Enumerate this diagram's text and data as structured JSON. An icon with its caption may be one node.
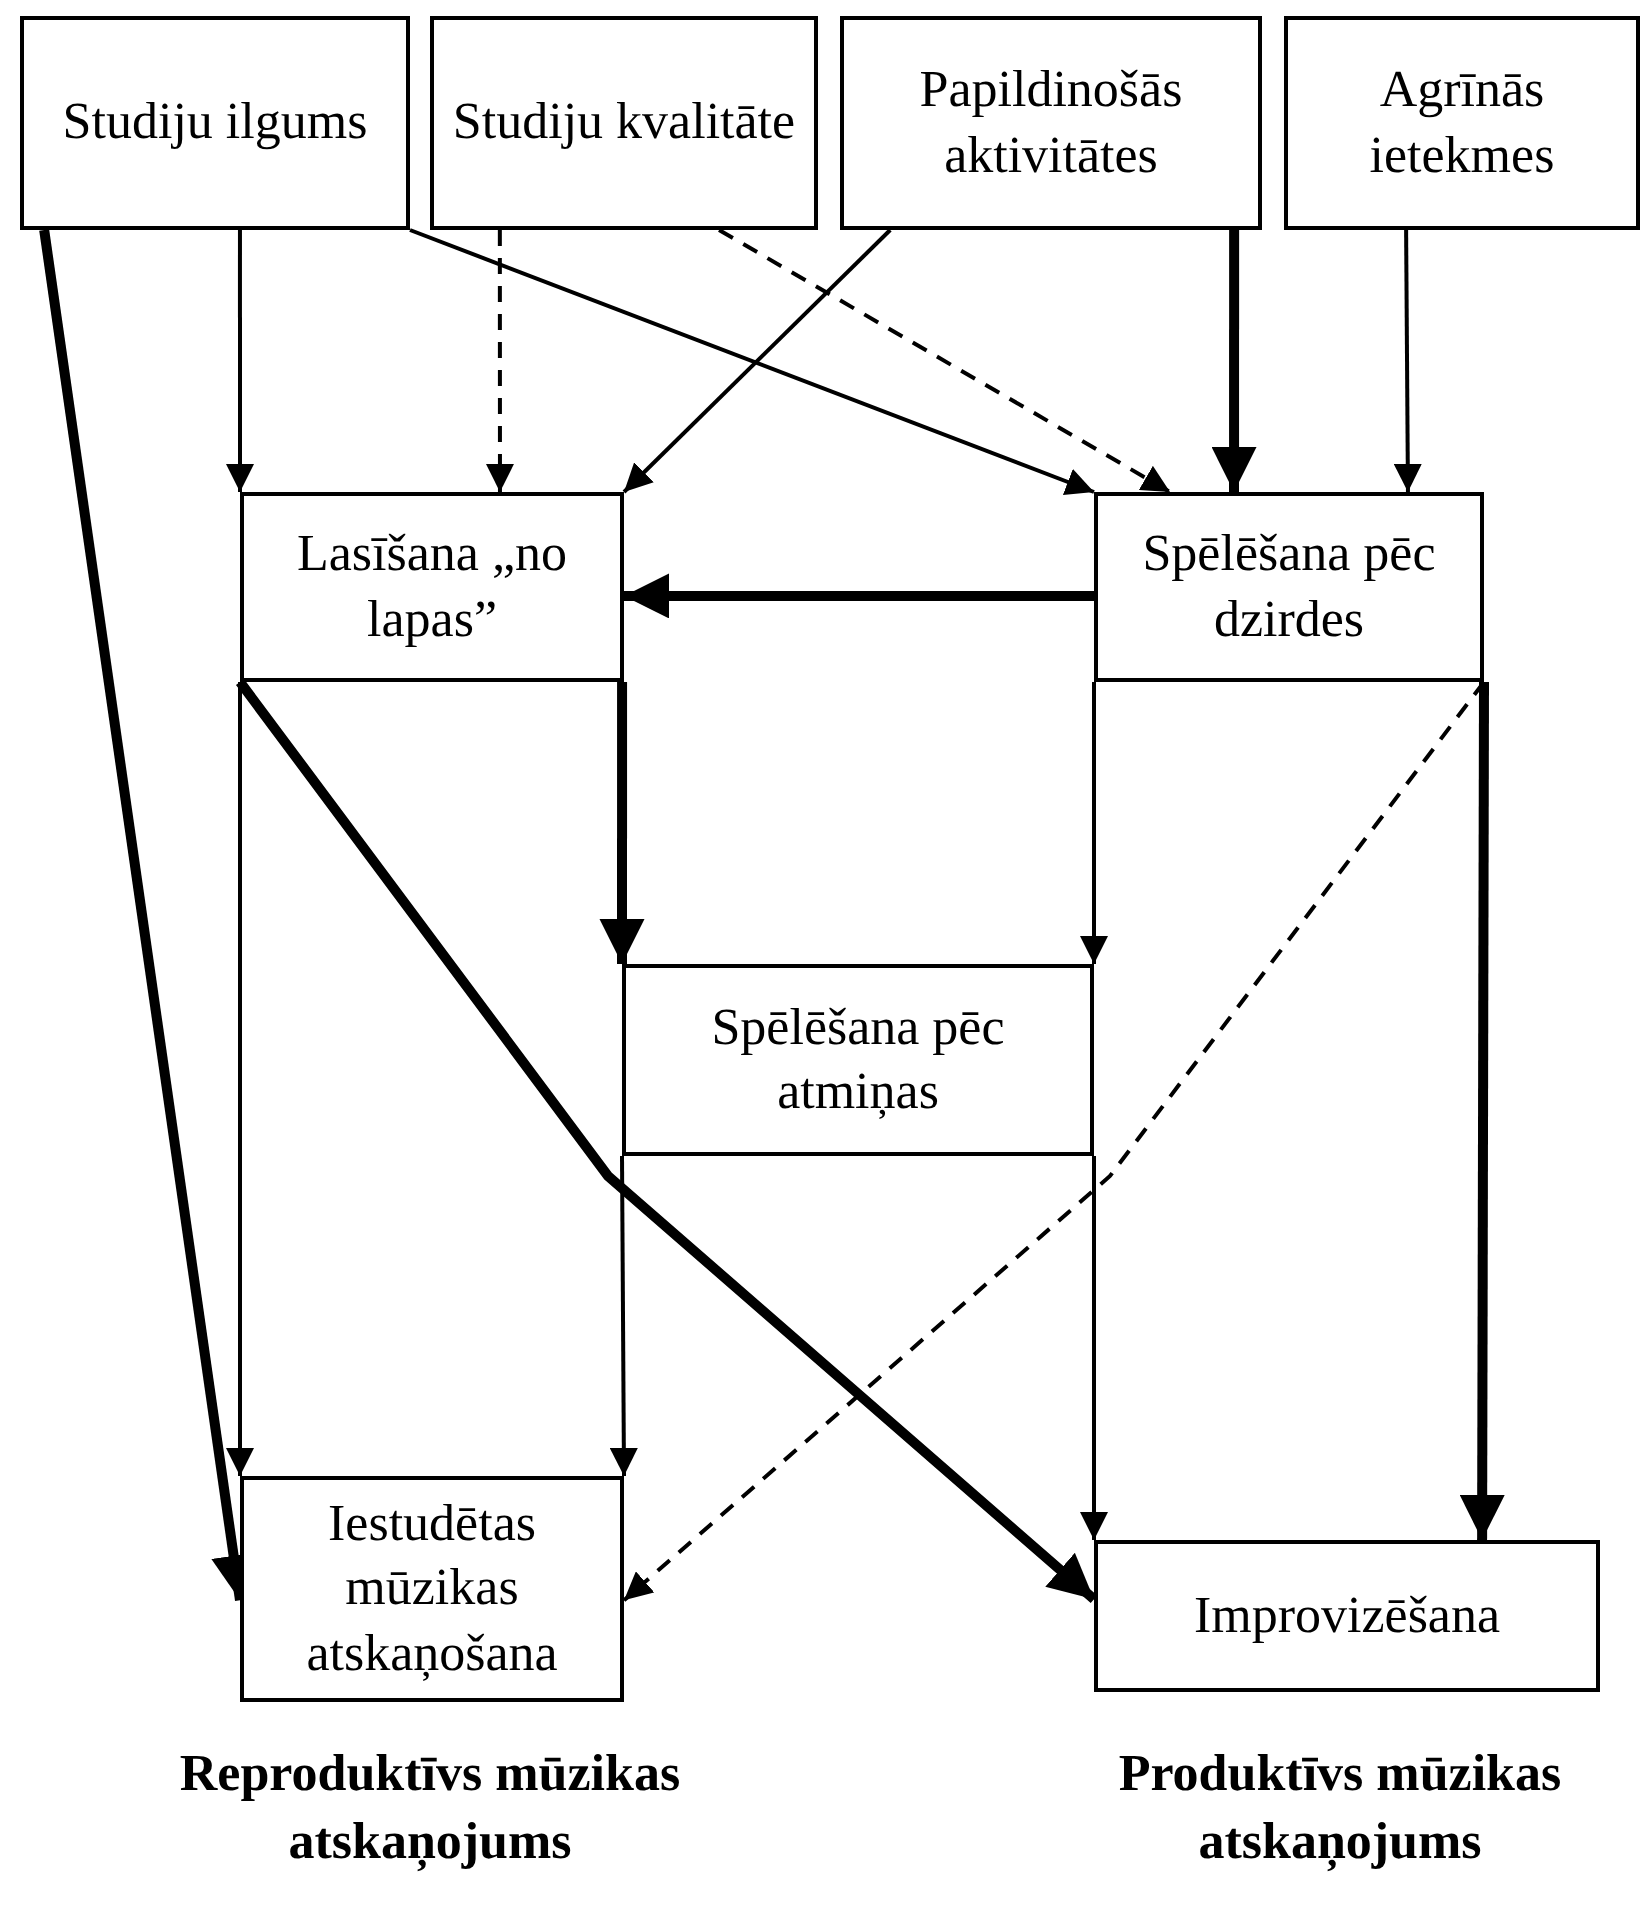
{
  "diagram": {
    "nodes": [
      {
        "text": [
          "Studiju ilgums"
        ]
      },
      {
        "text": [
          "Studiju kvalitāte"
        ]
      },
      {
        "text": [
          "Papildinošās aktivitātes"
        ]
      },
      {
        "text": [
          "Agrīnās ietekmes"
        ]
      },
      {
        "text": [
          "Lasīšana „no lapas”"
        ]
      },
      {
        "text": [
          "Spēlēšana pēc dzirdes"
        ]
      },
      {
        "text": [
          "Spēlēšana pēc atmiņas"
        ]
      },
      {
        "text": [
          "Iestudētas mūzikas atskaņošana"
        ]
      },
      {
        "text": [
          "Improvizēšana"
        ]
      }
    ],
    "edges": [
      {
        "from": 0,
        "to": 4,
        "arrow": "to"
      },
      {
        "from": 0,
        "to": 5,
        "arrow": "to"
      },
      {
        "from": 0,
        "to": 7,
        "arrow": "to",
        "style": "thick"
      },
      {
        "from": 1,
        "to": 4,
        "arrow": "to",
        "style": "dashed"
      },
      {
        "from": 1,
        "to": 5,
        "arrow": "to",
        "style": "dashed"
      },
      {
        "from": 2,
        "to": 4,
        "arrow": "to"
      },
      {
        "from": 2,
        "to": 5,
        "arrow": "to",
        "style": "thick"
      },
      {
        "from": 3,
        "to": 5,
        "arrow": "to"
      },
      {
        "from": 5,
        "to": 4,
        "arrow": "to",
        "style": "thick"
      },
      {
        "from": 4,
        "to": 6,
        "arrow": "to",
        "style": "thick"
      },
      {
        "from": 5,
        "to": 6,
        "arrow": "to"
      },
      {
        "from": 4,
        "to": 7,
        "arrow": "to"
      },
      {
        "from": 4,
        "to": 8,
        "arrow": "to",
        "style": "thick"
      },
      {
        "from": 5,
        "to": 7,
        "arrow": "to",
        "style": "dashed"
      },
      {
        "from": 5,
        "to": 8,
        "arrow": "to",
        "style": "thick"
      },
      {
        "from": 6,
        "to": 7,
        "arrow": "to"
      },
      {
        "from": 6,
        "to": 8,
        "arrow": "to"
      }
    ],
    "labels": [
      "Reproduktīvs mūzikas atskaņojums",
      "Produktīvs mūzikas atskaņojums"
    ]
  }
}
